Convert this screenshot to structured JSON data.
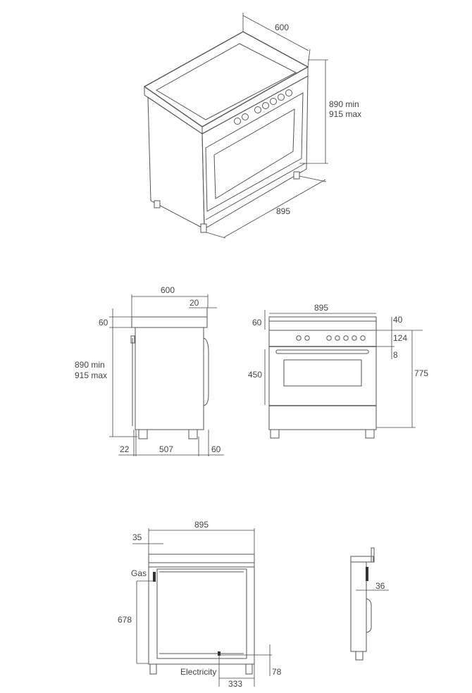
{
  "views": {
    "isometric": {
      "depth": "600",
      "height_min": "890 min",
      "height_max": "915 max",
      "width": "895"
    },
    "side": {
      "depth": "600",
      "back_offset": "20",
      "top_height": "60",
      "height_min": "890 min",
      "height_max": "915 max",
      "front_offset": "22",
      "body_depth": "507",
      "rear_offset": "60"
    },
    "front": {
      "width": "895",
      "top_height": "60",
      "upstand": "40",
      "control_panel": "124",
      "gap": "8",
      "oven_height": "450",
      "base_height": "775"
    },
    "rear": {
      "width": "895",
      "gas_offset": "35",
      "gas_label": "Gas",
      "gas_height": "678",
      "electricity_label": "Electricity",
      "electricity_offset": "333",
      "electricity_height": "78"
    },
    "rear_side": {
      "depth_offset": "36"
    }
  }
}
